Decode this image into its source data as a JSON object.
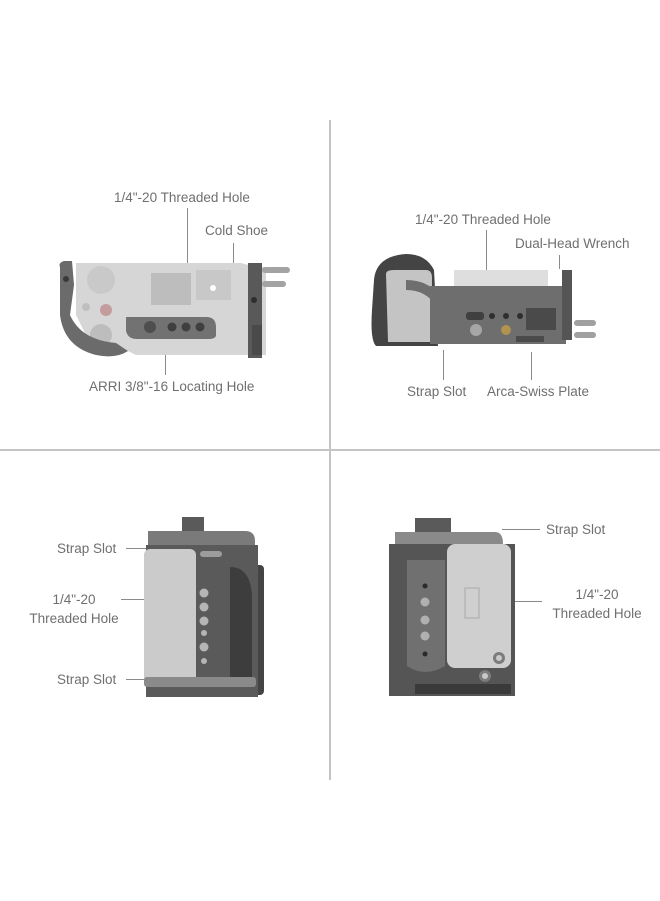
{
  "layout": {
    "divider_color": "#c4c4c4",
    "label_color": "#6f6f6f",
    "background": "#ffffff"
  },
  "views": [
    {
      "id": "top-view",
      "labels": {
        "threaded_hole": "1/4\"-20 Threaded Hole",
        "cold_shoe": "Cold Shoe",
        "arri_hole": "ARRI 3/8\"-16 Locating Hole"
      }
    },
    {
      "id": "bottom-view",
      "labels": {
        "threaded_hole": "1/4\"-20 Threaded Hole",
        "wrench": "Dual-Head Wrench",
        "strap_slot": "Strap Slot",
        "arca_plate": "Arca-Swiss Plate"
      }
    },
    {
      "id": "left-side-view",
      "labels": {
        "strap_slot_top": "Strap Slot",
        "threaded_hole_line1": "1/4\"-20",
        "threaded_hole_line2": "Threaded Hole",
        "strap_slot_bottom": "Strap Slot"
      }
    },
    {
      "id": "right-side-view",
      "labels": {
        "strap_slot": "Strap Slot",
        "threaded_hole_line1": "1/4\"-20",
        "threaded_hole_line2": "Threaded Hole"
      }
    }
  ]
}
